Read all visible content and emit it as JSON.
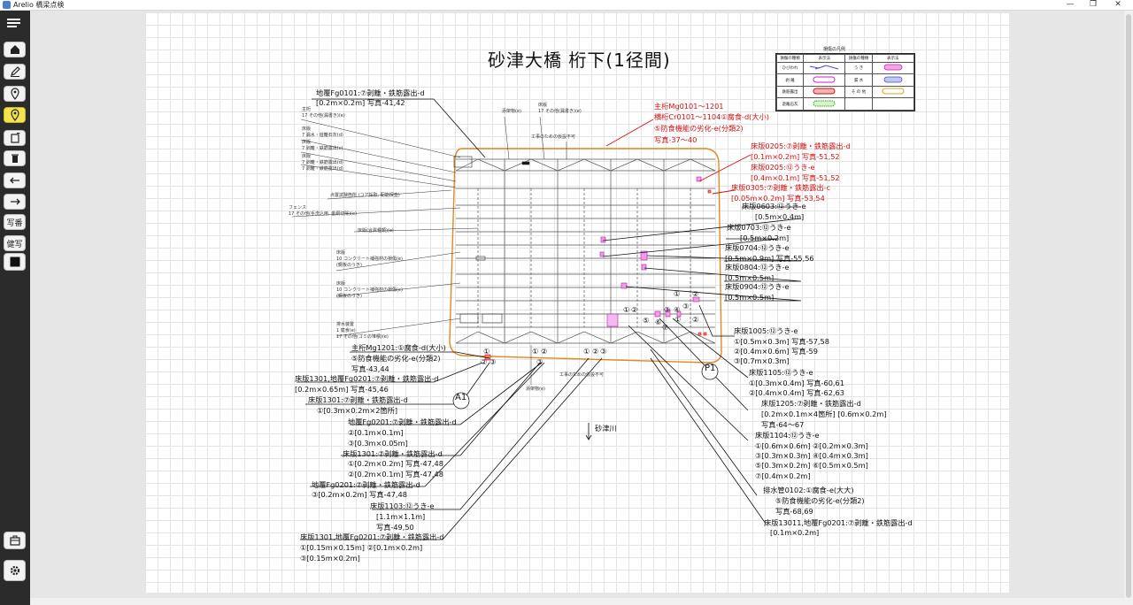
{
  "window": {
    "title": "Arelio 橋梁点検",
    "minimize": "—",
    "maximize": "❐",
    "close": "✕"
  },
  "sidebar": {
    "items": [
      {
        "name": "menu",
        "icon": "hamburger-icon"
      },
      {
        "name": "home",
        "icon": "home-icon"
      },
      {
        "name": "edit",
        "icon": "pen-icon"
      },
      {
        "name": "location",
        "icon": "pin-icon"
      },
      {
        "name": "location-active",
        "icon": "pin-icon",
        "active": true
      },
      {
        "name": "copy",
        "icon": "copy-icon"
      },
      {
        "name": "delete",
        "icon": "trash-icon"
      },
      {
        "name": "back",
        "icon": "arrow-left-icon"
      },
      {
        "name": "forward",
        "icon": "arrow-right-icon"
      },
      {
        "name": "photo-number",
        "label": "写番"
      },
      {
        "name": "soundness",
        "label": "健写"
      },
      {
        "name": "frame",
        "icon": "square-icon"
      },
      {
        "name": "package",
        "icon": "box-icon"
      },
      {
        "name": "settings",
        "icon": "gear-icon"
      }
    ]
  },
  "drawing": {
    "title": "砂津大橋 桁下(1径間)",
    "river": "砂津川",
    "legend_title": "損傷の凡例",
    "legend_rows": [
      [
        "損傷の種類",
        "表示法",
        "損傷の種類",
        "表示法"
      ],
      [
        "ひびわれ",
        "",
        "う き",
        ""
      ],
      [
        "剥 離",
        "",
        "漏 水",
        ""
      ],
      [
        "鉄筋露出",
        "",
        "そ の 他",
        ""
      ],
      [
        "遊離石灰",
        "",
        "",
        ""
      ]
    ],
    "markers": {
      "a1": "A1",
      "p1": "P1"
    },
    "small_notes": [
      "主桁\n17 その他(漏書き)(e)",
      "床版\n7 漏水・遊離石灰(d)",
      "床版\n7 剥離・鉄筋露出(c)",
      "床版\n7 剥離・鉄筋露出(d)\n7 剥離・鉄筋露出(d)",
      "点置試験箇所 (コア採取, 配筋探査)",
      "フェンス\n17 その他(手洗込用, 金網切除)(e)",
      "床版(合異種類)(e)",
      "床版\n10 コンクリート補強材の損傷(e)\n(鋼板のうき)",
      "床版\n10 コンクリート補強材の損傷(e)\n(鋼板のうき)",
      "排水装置\n1 腐食(e)\n17 その他(ゴミの堆積)(e)",
      "添架物(e)",
      "床版\n17 その他(漏書き)(e)",
      "工事のための仮設不可",
      "工事のための仮設不可",
      "添架物(e)"
    ],
    "left_labels": [
      "地覆Fg0101:⑦剥離・鉄筋露出-d",
      "[0.2m×0.2m] 写真-41,42",
      "主桁Mg1201:①腐食-d(大小)",
      "⑤防食機能の劣化-e(分類2)",
      "写真-43,44",
      "床版1301,地覆Fg0201:⑦剥離・鉄筋露出-d",
      "[0.2m×0.65m] 写真-45,46",
      "床版1301:⑦剥離・鉄筋露出-d",
      "①[0.3m×0.2m×2箇所]",
      "地覆Fg0201:⑦剥離・鉄筋露出-d",
      "②[0.1m×0.1m]",
      "③[0.3m×0.05m]",
      "床版1301:⑦剥離・鉄筋露出-d",
      "①[0.2m×0.2m] 写真-47,48",
      "②[0.2m×0.1m] 写真-47,48",
      "地覆Fg0201:⑦剥離・鉄筋露出-d",
      "③[0.2m×0.2m] 写真-47,48",
      "床版1103:⑫うき-e",
      "[1.1m×1.1m]",
      "写真-49,50",
      "床版1301,地覆Fg0201:⑦剥離・鉄筋露出-d",
      "①[0.15m×0.15m] ②[0.1m×0.2m]",
      "③[0.15m×0.2m]"
    ],
    "right_red_labels": [
      "主桁Mg0101～1201",
      "横桁Cr0101～1104①腐食-d(大小)",
      "⑤防食機能の劣化-e(分類2)",
      "写真-37～40",
      "床版0205:⑦剥離・鉄筋露出-d",
      "[0.1m×0.2m] 写真-51,52",
      "床版0205:⑫うき-e",
      "[0.4m×0.1m] 写真-51,52",
      "床版0305:⑦剥離・鉄筋露出-c",
      "[0.05m×0.2m] 写真-53,54"
    ],
    "right_labels": [
      "床版0603:⑫うき-e",
      "[0.5m×0.4m]",
      "床版0703:⑫うき-e",
      "[0.5m×0.2m]",
      "床版0704:⑫うき-e",
      "[0.5m×0.9m] 写真-55,56",
      "床版0804:⑫うき-e",
      "[0.5m×0.5m]",
      "床版0904:⑫うき-e",
      "[0.5m×0.5m]",
      "床版1005:⑫うき-e",
      "①[0.5m×0.3m] 写真-57,58",
      "②[0.4m×0.6m] 写真-59",
      "③[0.7m×0.3m]",
      "床版1105:⑫うき-e",
      "①[0.3m×0.4m] 写真-60,61",
      "②[0.4m×0.4m] 写真-62,63",
      "床版1205:⑦剥離・鉄筋露出-d",
      "[0.2m×0.1m×4箇所] [0.6m×0.2m]",
      "写真-64～67",
      "床版1104:⑫うき-e",
      "①[0.6m×0.6m] ②[0.2m×0.3m]",
      "③[0.3m×0.3m] ④[0.4m×0.3m]",
      "⑤[0.3m×0.2m] ⑥[0.5m×0.5m]",
      "⑦[0.4m×0.2m]",
      "排水管0102:①腐食-e(大大)",
      "⑤防食機能の劣化-e(分類2)",
      "写真-68,69",
      "床版13011,地覆Fg0201:⑦剥離・鉄筋露出-d",
      "[0.1m×0.2m]"
    ],
    "point_numbers": {
      "n1": "①",
      "n2": "②",
      "n3": "③",
      "n4": "④",
      "n5": "⑤",
      "n6": "⑥",
      "n7": "⑦"
    }
  }
}
